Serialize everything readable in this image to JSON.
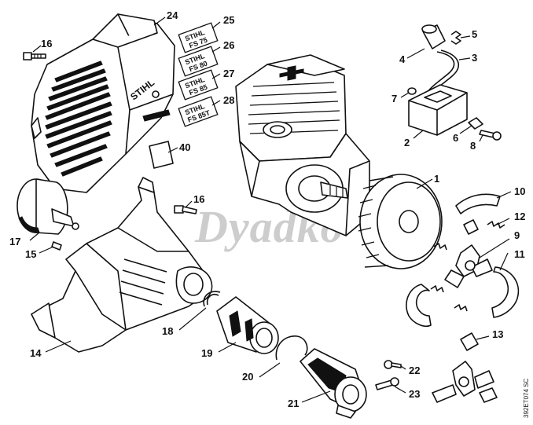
{
  "watermark": {
    "text": "Dyadko",
    "symbol": "®"
  },
  "document_code": "392ET074 SC",
  "brand_mark": "STIHL",
  "labels": {
    "fs75": {
      "line1": "STIHL",
      "line2": "FS 75"
    },
    "fs80": {
      "line1": "STIHL",
      "line2": "FS 80"
    },
    "fs85": {
      "line1": "STIHL",
      "line2": "FS 85"
    },
    "fs85t": {
      "line1": "STIHL",
      "line2": "FS 85T"
    }
  },
  "callouts": {
    "c1": "1",
    "c2": "2",
    "c3": "3",
    "c4": "4",
    "c5": "5",
    "c6": "6",
    "c7": "7",
    "c8": "8",
    "c9": "9",
    "c10": "10",
    "c11": "11",
    "c12": "12",
    "c13": "13",
    "c14": "14",
    "c15": "15",
    "c16a": "16",
    "c16b": "16",
    "c17": "17",
    "c18": "18",
    "c19": "19",
    "c20": "20",
    "c21": "21",
    "c22": "22",
    "c23": "23",
    "c24": "24",
    "c25": "25",
    "c26": "26",
    "c27": "27",
    "c28": "28",
    "c40": "40"
  }
}
